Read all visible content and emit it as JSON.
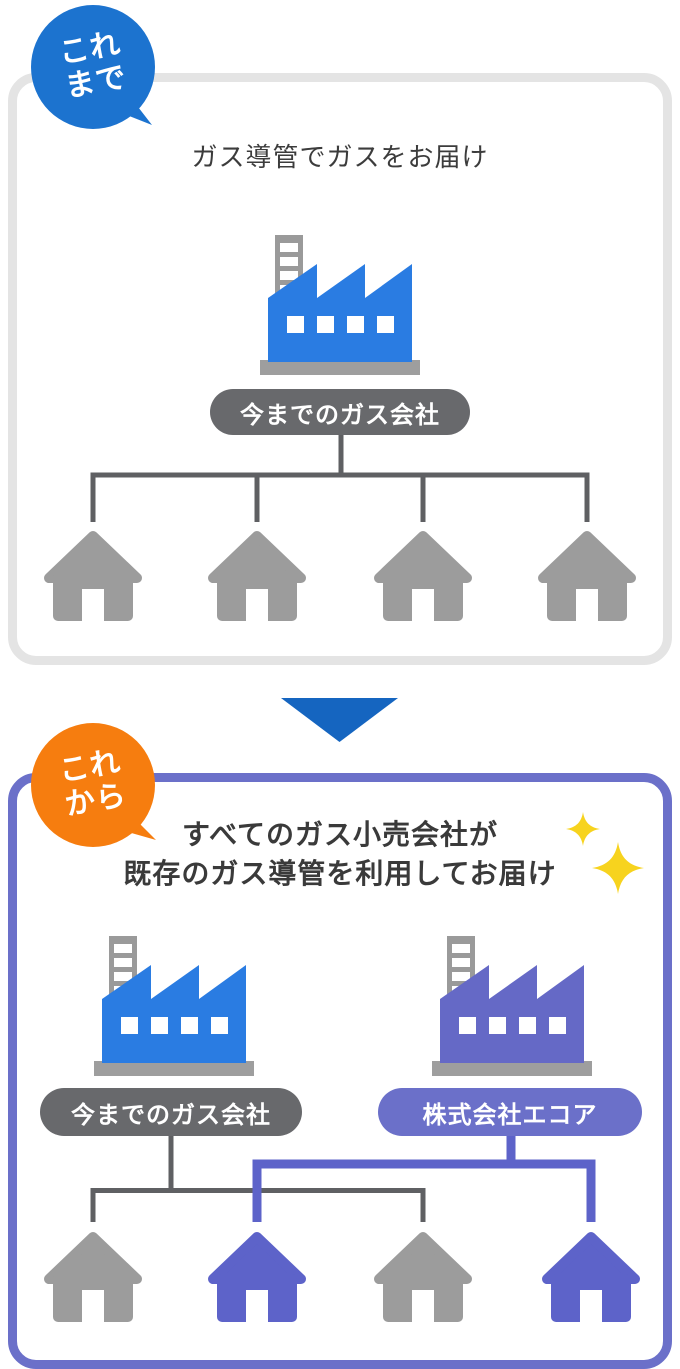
{
  "figure": {
    "type": "gas-supply-comparison-infographic"
  },
  "before_panel": {
    "badge": {
      "line1": "これ",
      "line2": "まで"
    },
    "title": "ガス導管でガスをお届け",
    "company": "今までのガス会社",
    "factory_color": "blue",
    "houses": [
      "gray",
      "gray",
      "gray",
      "gray"
    ]
  },
  "transition": {
    "shape": "down-triangle"
  },
  "after_panel": {
    "badge": {
      "line1": "これ",
      "line2": "から"
    },
    "title_line1": "すべてのガス小売会社が",
    "title_line2": "既存のガス導管を利用してお届け",
    "company_left": "今までのガス会社",
    "company_right": "株式会社エコア",
    "factory_left_color": "blue",
    "factory_right_color": "purple",
    "houses": [
      "gray",
      "purple",
      "gray",
      "purple"
    ]
  },
  "colors": {
    "bubble_blue": "#1c73cf",
    "bubble_orange": "#f67d0f",
    "factory_blue": "#2a7ce2",
    "factory_purple": "#6569c6",
    "arrow_blue": "#1565c0",
    "panel_border_gray": "#e4e4e4",
    "panel_border_purple": "#6b70c9",
    "pill_gray": "#68696c",
    "pill_purple": "#6b70c9",
    "line_gray": "#5f6063",
    "line_purple": "#5d63c9",
    "house_gray": "#9c9c9c",
    "house_purple": "#5d63c9",
    "sparkle_yellow": "#f7d31e",
    "title_text": "#3c3c3c"
  }
}
